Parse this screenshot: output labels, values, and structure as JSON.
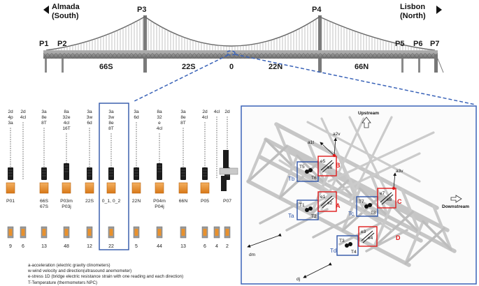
{
  "bridge": {
    "left_city": "Almada",
    "left_dir": "(South)",
    "right_city": "Lisbon",
    "right_dir": "(North)",
    "piers": [
      "P1",
      "P2",
      "P3",
      "P4",
      "P5",
      "P6",
      "P7"
    ],
    "sections": [
      "66S",
      "22S",
      "0",
      "22N",
      "66N"
    ]
  },
  "stations": [
    {
      "codes": [
        "2d",
        "4p",
        "3a"
      ],
      "name": [
        "P01"
      ],
      "count": "9"
    },
    {
      "codes": [
        "2d",
        "4cl"
      ],
      "name": [],
      "count": "6"
    },
    {
      "codes": [
        "3a",
        "8e",
        "8T"
      ],
      "name": [
        "66S",
        "67S"
      ],
      "count": "13"
    },
    {
      "codes": [
        "8a",
        "32e",
        "4cl",
        "16T"
      ],
      "name": [
        "P03m",
        "P03j"
      ],
      "count": "48"
    },
    {
      "codes": [
        "3a",
        "3w",
        "6d"
      ],
      "name": [
        "22S"
      ],
      "count": "12"
    },
    {
      "codes": [
        "3a",
        "3w",
        "8e",
        "8T"
      ],
      "name": [
        "0_1, 0_2"
      ],
      "count": "22"
    },
    {
      "codes": [
        "3a",
        "6d"
      ],
      "name": [
        "22N"
      ],
      "count": "5"
    },
    {
      "codes": [
        "8a",
        "32",
        "e",
        "4cl"
      ],
      "name": [
        "P04m",
        "P04j"
      ],
      "count": "44"
    },
    {
      "codes": [
        "3a",
        "8e",
        "8T"
      ],
      "name": [
        "66N"
      ],
      "count": "13"
    },
    {
      "codes": [
        "2d",
        "4cl"
      ],
      "name": [
        "P05"
      ],
      "count": "6"
    },
    {
      "codes": [
        "4cl"
      ],
      "name": [],
      "count": "4"
    },
    {
      "codes": [
        "2d"
      ],
      "name": [
        "P07"
      ],
      "count": "2"
    }
  ],
  "legend": [
    "a-acceleration (electric gravity clinometers)",
    "w-wind velocity and direction(ultrasound anemometer)",
    "e-stress 1D (bridge electric resistance strain with one reading and each direction)",
    "T-Temperature (thermometers NPC)"
  ],
  "detail": {
    "upstream": "Upstream",
    "downstream": "Downstream",
    "a1t": "a1t",
    "a2v": "a2v",
    "a3v": "a3v",
    "dm": "dm",
    "dj": "dj",
    "boxes": [
      {
        "id": "B",
        "t1": "T5",
        "t2": "T6",
        "e1": "e5",
        "e2": "e6",
        "side": "Tb"
      },
      {
        "id": "A",
        "t1": "T1",
        "t2": "T2",
        "e1": "e1",
        "e2": "e2",
        "side": "Ta"
      },
      {
        "id": "C",
        "t1": "T7",
        "t2": "T8",
        "e1": "e7",
        "e2": "e8",
        "side": "Tc"
      },
      {
        "id": "D",
        "t1": "T3",
        "t2": "T4",
        "e1": "e3",
        "e2": "e4",
        "side": "Td"
      }
    ]
  },
  "colors": {
    "sensor_orange": "#e8902c",
    "blue_box": "#2f55a8",
    "red_box": "#e01b1b",
    "bridge_gray": "#8a8a8a",
    "dashed_blue": "#3a63b8"
  }
}
